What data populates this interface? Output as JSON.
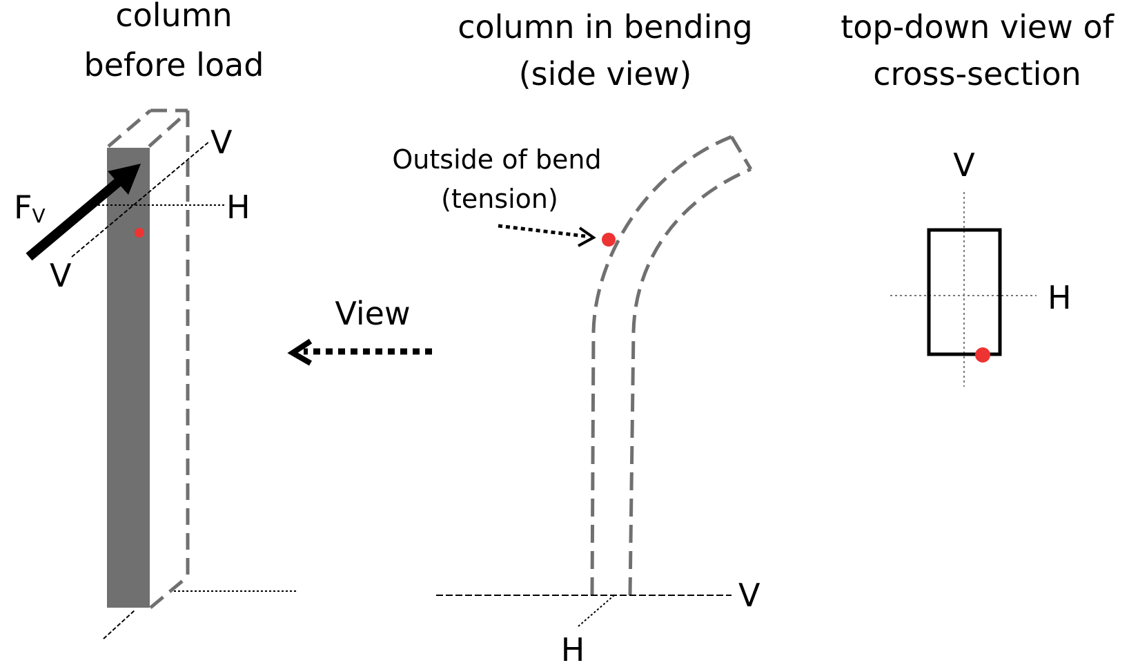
{
  "panels": {
    "before": {
      "title_line1": "column",
      "title_line2": "before load",
      "force_label": "F",
      "force_subscript": "V",
      "axis_v_top": "V",
      "axis_v_bottom": "V",
      "axis_h": "H"
    },
    "bending": {
      "title_line1": "column in bending",
      "title_line2": "(side view)",
      "annotation_line1": "Outside of bend",
      "annotation_line2": "(tension)",
      "axis_v": "V",
      "axis_h": "H"
    },
    "view_arrow": {
      "label": "View"
    },
    "cross_section": {
      "title_line1": "top-down view of",
      "title_line2": "cross-section",
      "axis_v": "V",
      "axis_h": "H"
    }
  },
  "colors": {
    "column_fill": "#707070",
    "dashed_outline": "#707070",
    "marker": "#ee3333",
    "ink": "#000000"
  }
}
